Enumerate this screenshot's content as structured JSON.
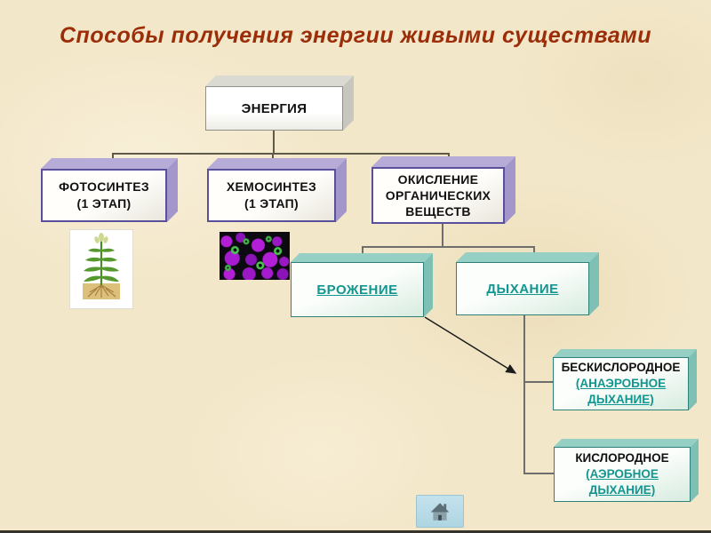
{
  "title": {
    "text": "Способы получения энергии живыми существами",
    "color": "#9b2d09"
  },
  "diagram": {
    "energy": {
      "label": "ЭНЕРГИЯ"
    },
    "photosynthesis": {
      "lines": [
        "ФОТОСИНТЕЗ",
        "(1 ЭТАП)"
      ]
    },
    "chemosynthesis": {
      "lines": [
        "ХЕМОСИНТЕЗ",
        "(1 ЭТАП)"
      ]
    },
    "oxidation": {
      "lines": [
        "ОКИСЛЕНИЕ",
        "ОРГАНИЧЕСКИХ",
        "ВЕЩЕСТВ"
      ]
    },
    "fermentation": {
      "label": "БРОЖЕНИЕ"
    },
    "respiration": {
      "label": "ДЫХАНИЕ"
    },
    "anaerobic": {
      "title": "БЕСКИСЛОРОДНОЕ",
      "link_lines": [
        "(АНАЭРОБНОЕ",
        "ДЫХАНИЕ)"
      ]
    },
    "aerobic": {
      "title": "КИСЛОРОДНОЕ",
      "link_lines": [
        "(АЭРОБНОЕ",
        "ДЫХАНИЕ)"
      ]
    }
  },
  "images": {
    "plant": "plant-illustration",
    "microbes": "chemosynthetic-bacteria-micrograph"
  },
  "nav": {
    "home": "home-icon"
  },
  "colors": {
    "background": "#f3e7c9",
    "title": "#9b2d09",
    "link": "#129690",
    "box_purple_edge": "#b7abd8",
    "box_teal_edge": "#96cfc3",
    "connector_dark": "#5e5a47",
    "connector_gray": "#6e6e6e"
  }
}
